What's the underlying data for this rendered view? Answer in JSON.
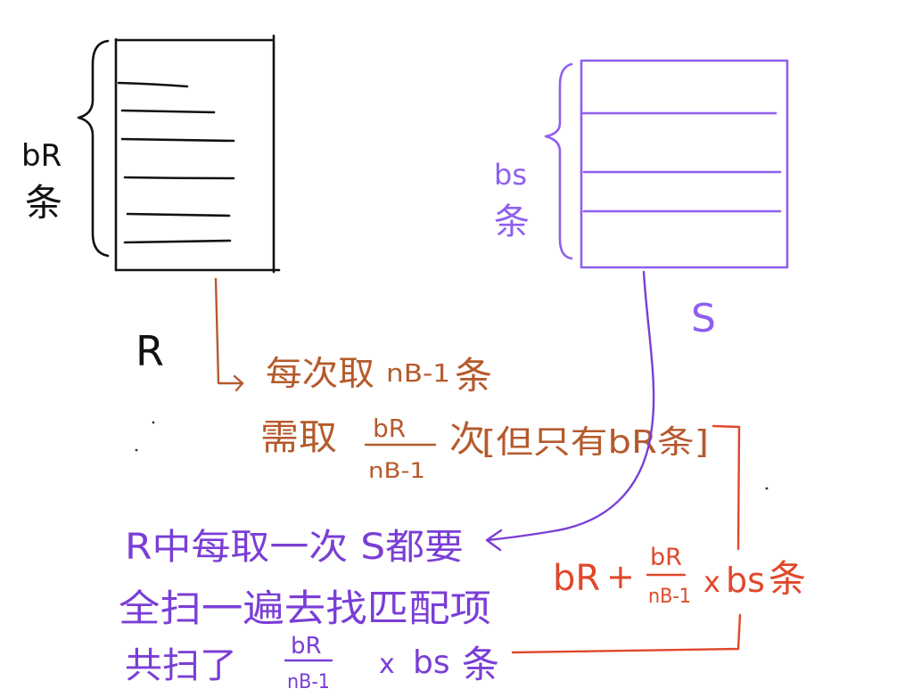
{
  "colors": {
    "background": "#ffffff",
    "ink": "#111111",
    "relation_s": "#8f5ff0",
    "scan_text": "#7a3ed6",
    "read_text": "#b55a2c",
    "total_cost": "#e0482a"
  },
  "relation_r": {
    "name": "R",
    "size_label": "bR",
    "unit": "条"
  },
  "relation_s": {
    "name": "S",
    "size_label": "bs",
    "unit": "条"
  },
  "read_r": {
    "per_read_prefix": "每次取",
    "per_read_count": "nB-1",
    "per_read_unit": "条",
    "times_prefix": "需取",
    "times_numerator": "bR",
    "times_denominator": "nB-1",
    "times_suffix": "次",
    "times_note": "[但只有bR条]"
  },
  "scan_s": {
    "line1": "R中每取一次 S都要",
    "line2": "全扫一遍去找匹配项",
    "total_prefix": "共扫了",
    "total_numerator": "bR",
    "total_denominator": "nB-1",
    "total_times": "x",
    "total_term": "bs",
    "total_unit": "条"
  },
  "total_cost": {
    "term1": "bR",
    "plus": "+",
    "numerator": "bR",
    "denominator": "nB-1",
    "times": "x",
    "term2": "bs",
    "unit": "条"
  }
}
